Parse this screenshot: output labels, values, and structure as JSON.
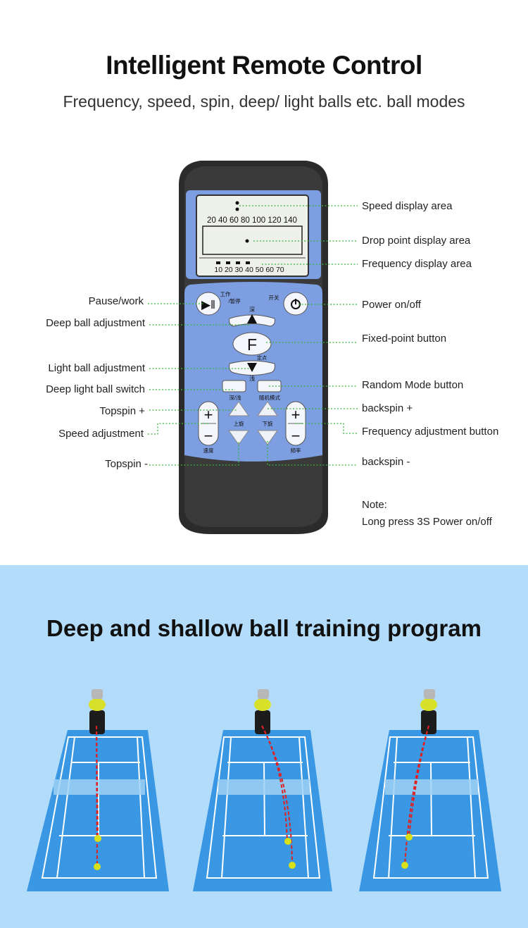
{
  "header": {
    "title": "Intelligent Remote Control",
    "subtitle": "Frequency, speed, spin, deep/ light balls etc. ball modes"
  },
  "display": {
    "speed_scale": "20 40 60 80 100 120 140",
    "frequency_scale": "10 20 30 40 50 60 70"
  },
  "remote_keys": {
    "work_pause": "工作",
    "work_pause_2": "/暂停",
    "power": "开关",
    "deep": "深",
    "fixed_point": "F",
    "fixed_point_sub": "定点",
    "shallow": "浅",
    "deep_shallow": "深/浅",
    "random_mode": "随机模式",
    "topspin": "上旋",
    "backspin": "下旋",
    "speed": "速度",
    "frequency": "频率",
    "plus": "+",
    "minus": "−"
  },
  "labels_left": {
    "pause_work": "Pause/work",
    "deep_ball": "Deep ball adjustment",
    "light_ball": "Light ball adjustment",
    "deep_light_switch": "Deep light ball switch",
    "topspin_plus": "Topspin +",
    "speed_adjust": "Speed adjustment",
    "topspin_minus": "Topspin -"
  },
  "labels_right": {
    "speed_display": "Speed display area",
    "drop_point": "Drop point display area",
    "frequency_display": "Frequency display area",
    "power": "Power on/off",
    "fixed_point": "Fixed-point button",
    "random_mode": "Random Mode button",
    "backspin_plus": "backspin +",
    "frequency_adjust": "Frequency adjustment button",
    "backspin_minus": "backspin -"
  },
  "note": {
    "heading": "Note:",
    "text": "Long press 3S Power on/off"
  },
  "training": {
    "title": "Deep and shallow ball training program"
  },
  "colors": {
    "court": "#3a97e3",
    "court_lines": "#ffffff",
    "remote_panel": "#7d9ee0",
    "remote_body": "#2b2b2b",
    "leader_line": "#35b43a",
    "trajectory": "#e02020",
    "ball": "#d8e019"
  }
}
